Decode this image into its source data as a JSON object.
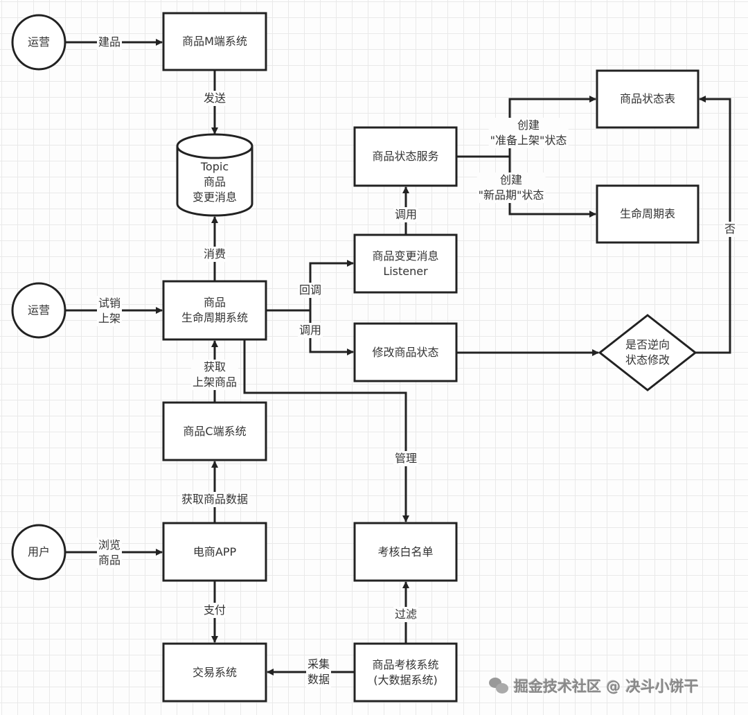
{
  "nodes": {
    "operator_1": "运营",
    "operator_2": "运营",
    "user": "用户",
    "m_system": "商品M端系统",
    "topic_line1": "Topic",
    "topic_line2": "商品",
    "topic_line3": "变更消息",
    "lifecycle_line1": "商品",
    "lifecycle_line2": "生命周期系统",
    "c_system": "商品C端系统",
    "app": "电商APP",
    "trade": "交易系统",
    "status_service": "商品状态服务",
    "listener_line1": "商品变更消息",
    "listener_line2": "Listener",
    "modify_status": "修改商品状态",
    "status_table": "商品状态表",
    "lifecycle_table": "生命周期表",
    "decision_line1": "是否逆向",
    "decision_line2": "状态修改",
    "whitelist": "考核白名单",
    "audit_line1": "商品考核系统",
    "audit_line2": "(大数据系统)"
  },
  "edges": {
    "build": "建品",
    "send": "发送",
    "consume": "消费",
    "trial_line1": "试销",
    "trial_line2": "上架",
    "fetch_line1": "获取",
    "fetch_line2": "上架商品",
    "fetch_data": "获取商品数据",
    "browse_line1": "浏览",
    "browse_line2": "商品",
    "pay": "支付",
    "collect_line1": "采集",
    "collect_line2": "数据",
    "filter": "过滤",
    "manage": "管理",
    "callback": "回调",
    "invoke_1": "调用",
    "invoke_2": "调用",
    "create_ready_line1": "创建",
    "create_ready_line2": "\"准备上架\"状态",
    "create_new_line1": "创建",
    "create_new_line2": "\"新品期\"状态",
    "no": "否"
  },
  "watermark": "掘金技术社区 @ 决斗小饼干"
}
